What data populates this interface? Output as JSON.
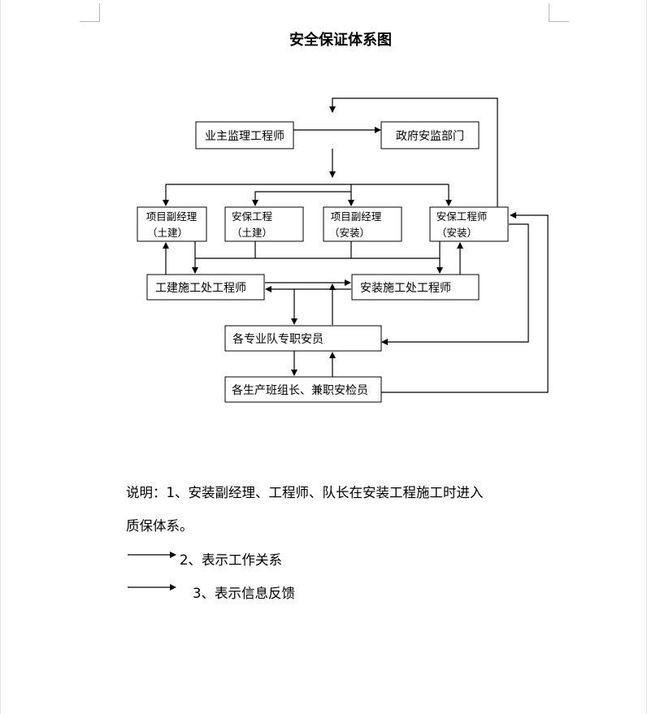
{
  "document": {
    "title": "安全保证体系图"
  },
  "diagram": {
    "nodes": {
      "owner_supervisor": "业主监理工程师",
      "government_safety": "政府安监部门",
      "deputy_pm_civil_l1": "项目副经理",
      "deputy_pm_civil_l2": "（土建）",
      "safety_eng_civil_l1": "安保工程",
      "safety_eng_civil_l2": "（土建）",
      "deputy_pm_install_l1": "项目副经理",
      "deputy_pm_install_l2": "（安装）",
      "safety_eng_install_l1": "安保工程师",
      "safety_eng_install_l2": "（安装）",
      "civil_section_engineer": "工建施工处工程师",
      "install_section_engineer": "安装施工处工程师",
      "team_safety_officers": "各专业队专职安员",
      "group_leaders": "各生产班组长、兼职安检员"
    }
  },
  "notes": {
    "line1": "说明：1、安装副经理、工程师、队长在安装工程施工时进入",
    "line2": "质保体系。",
    "legend_work": "2、表示工作关系",
    "legend_feedback": "3、表示信息反馈"
  }
}
